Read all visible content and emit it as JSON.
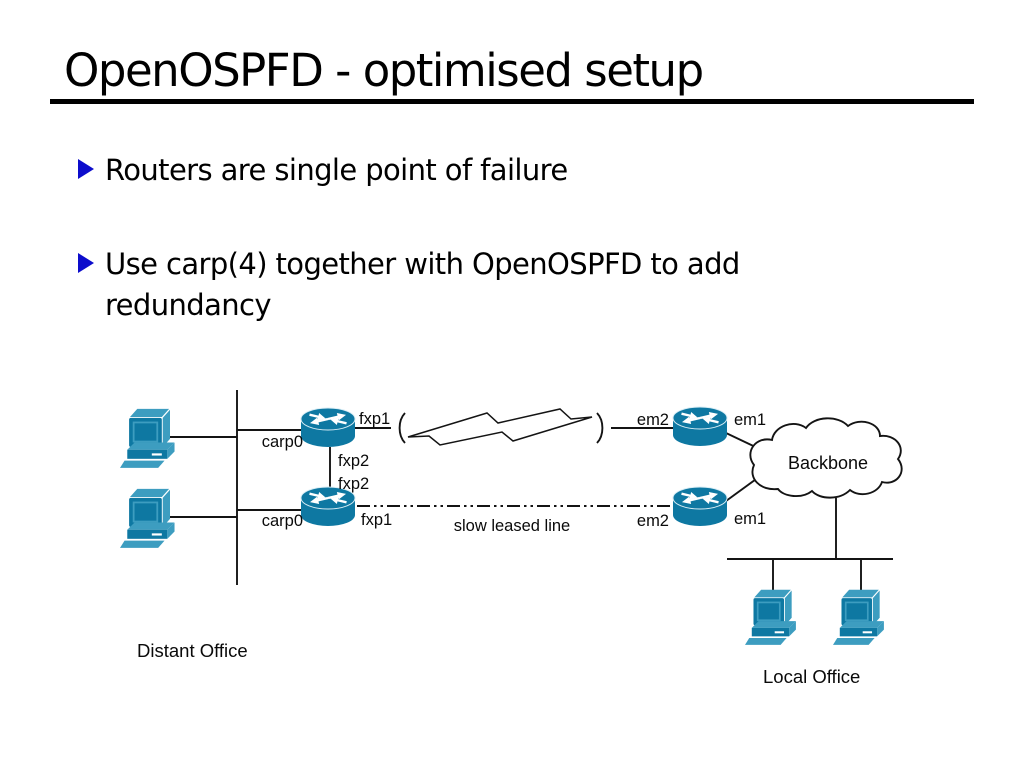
{
  "slide": {
    "title": "OpenOSPFD - optimised setup",
    "bullets": [
      {
        "text": "Routers are single point of failure"
      },
      {
        "text": "Use carp(4) together with OpenOSPFD to add redundancy"
      }
    ]
  },
  "diagram": {
    "labels": {
      "carp0": "carp0",
      "fxp1": "fxp1",
      "fxp2": "fxp2",
      "em1": "em1",
      "em2": "em2",
      "backbone": "Backbone",
      "slow_leased_line": "slow leased line",
      "distant_office": "Distant Office",
      "local_office": "Local Office"
    }
  },
  "colors": {
    "background": "#ffffff",
    "ink": "#111111",
    "bullet_blue": "#0d0dcc",
    "device": "#0e78a2",
    "device_light": "#3d9dc0"
  }
}
